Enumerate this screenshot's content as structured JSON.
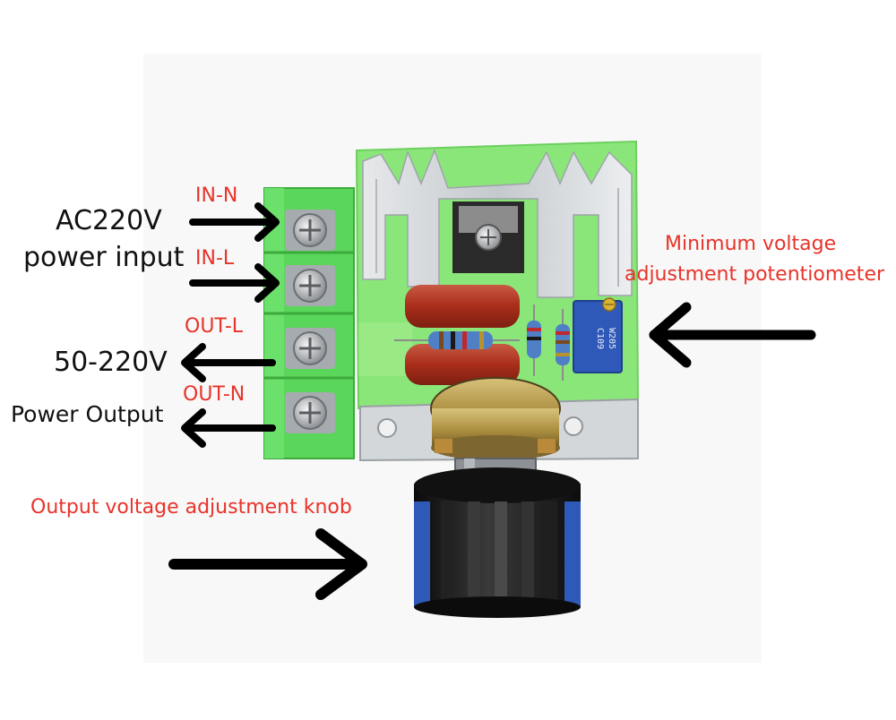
{
  "labels": {
    "ac_input_line1": "AC220V",
    "ac_input_line2": "power input",
    "output_range": "50-220V",
    "output_desc": "Power Output",
    "in_n": "IN-N",
    "in_l": "IN-L",
    "out_l": "OUT-L",
    "out_n": "OUT-N",
    "min_voltage_line1": "Minimum voltage",
    "min_voltage_line2": "adjustment potentiometer",
    "knob": "Output voltage adjustment knob"
  },
  "potentiometer_marking": [
    "W205",
    "C109"
  ],
  "colors": {
    "label_red": "#e8332a",
    "label_black": "#111111",
    "pcb_green": "#8be67a",
    "terminal_green": "#5ad65a",
    "heatsink": "#cfd3d6",
    "capacitor": "#b3331f",
    "trimmer_blue": "#2f59b8",
    "knob": "#1a1a1a"
  }
}
